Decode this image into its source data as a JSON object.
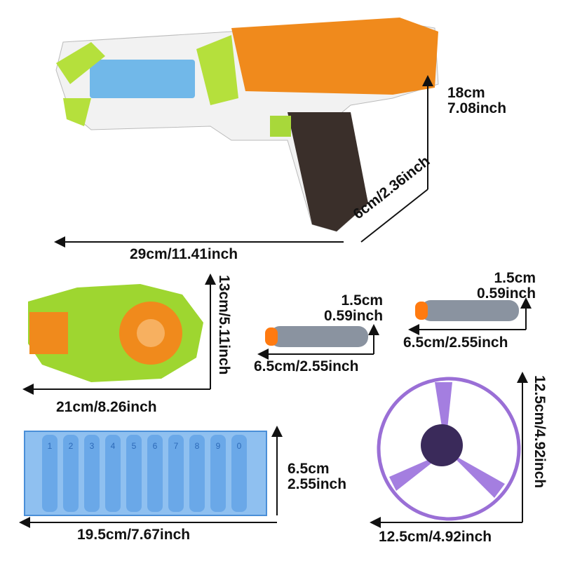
{
  "blaster": {
    "height_label": "18cm",
    "height_label_in": "7.08inch",
    "length_label": "29cm/11.41inch",
    "width_label": "6cm/2.36inch"
  },
  "launcher_base": {
    "height_label": "13cm/5.11inch",
    "length_label": "21cm/8.26inch"
  },
  "dart_left": {
    "dia_label": "1.5cm",
    "dia_label_in": "0.59inch",
    "length_label": "6.5cm/2.55inch"
  },
  "dart_right": {
    "dia_label": "1.5cm",
    "dia_label_in": "0.59inch",
    "length_label": "6.5cm/2.55inch"
  },
  "magazine": {
    "height_label": "6.5cm",
    "height_label_in": "2.55inch",
    "length_label": "19.5cm/7.67inch",
    "slot_numbers": [
      "1",
      "2",
      "3",
      "4",
      "5",
      "6",
      "7",
      "8",
      "9",
      "0"
    ]
  },
  "flying_disc": {
    "height_label": "12.5cm/4.92inch",
    "width_label": "12.5cm/4.92inch"
  },
  "colors": {
    "orange": "#f08a1c",
    "lime": "#9ed630",
    "blue": "#4a8fd8",
    "purple": "#9a6fd6",
    "grip": "#3a2f2a"
  }
}
